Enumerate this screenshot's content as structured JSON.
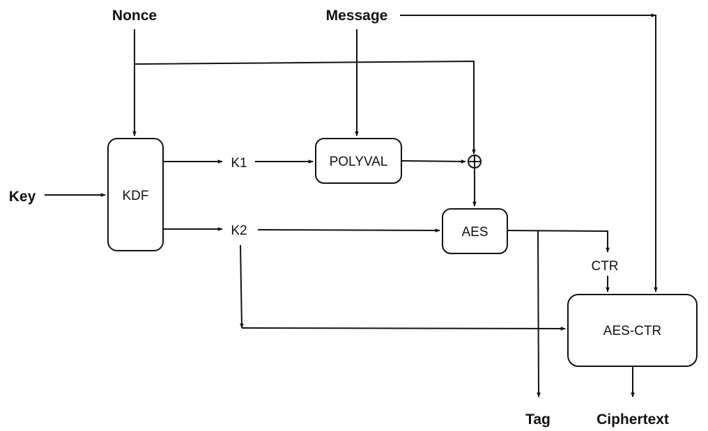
{
  "inputs": {
    "nonce": "Nonce",
    "message": "Message",
    "key": "Key"
  },
  "boxes": {
    "kdf": "KDF",
    "polyval": "POLYVAL",
    "aes": "AES",
    "aes_ctr": "AES-CTR"
  },
  "keys": {
    "k1": "K1",
    "k2": "K2"
  },
  "intermediate": {
    "ctr": "CTR"
  },
  "outputs": {
    "tag": "Tag",
    "ciphertext": "Ciphertext"
  },
  "symbols": {
    "xor": "xor-circle-plus-icon"
  },
  "colors": {
    "line": "#111111",
    "background": "#ffffff"
  }
}
